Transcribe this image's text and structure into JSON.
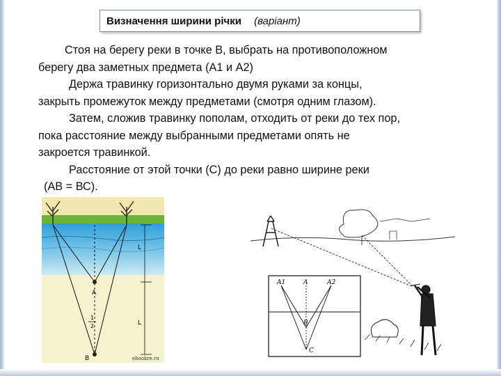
{
  "title": {
    "main": "Визначення ширини річки",
    "variant": "(варіант)"
  },
  "body": {
    "lines": [
      "Стоя на берегу реки в точке В,  выбрать на противоположном",
      "берегу два заметных предмета (А1 и А2)",
      "Держа травинку горизонтально двумя руками за концы,",
      "закрыть промежуток между  предметами (смотря одним глазом).",
      "Затем, сложив травинку пополам, отходить от реки до тех пор,",
      "пока расстояние между выбранными предметами опять не",
      "закроется травинкой.",
      "Расстояние от этой точки (С) до реки равно ширине реки",
      "(АВ = ВС)."
    ]
  },
  "figure_left": {
    "label_a": "A",
    "label_b": "B",
    "label_l1": "L",
    "label_l2": "L",
    "label_frac_num": "1",
    "label_frac_den": "2",
    "watermark": "ebookre.ru",
    "colors": {
      "sky": "#f4ecc0",
      "grass": "#6cb33a",
      "water_top": "#2f9fd9",
      "water_bottom": "#bfe3f1",
      "shore": "#f6f1cf"
    }
  },
  "figure_right": {
    "label_a1": "A1",
    "label_a": "A",
    "label_a2": "A2",
    "label_b": "B",
    "label_c": "C"
  }
}
